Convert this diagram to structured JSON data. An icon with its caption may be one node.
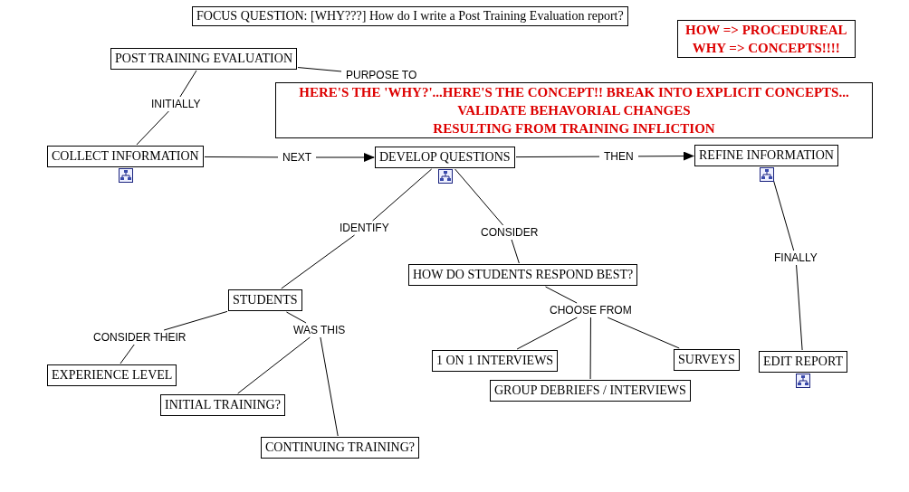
{
  "diagram": {
    "nodes": [
      {
        "text": [
          "FOCUS QUESTION: [WHY???]  How do I write a Post Training Evaluation report?"
        ]
      },
      {
        "text": [
          "HOW => PROCEDUREAL",
          "WHY => CONCEPTS!!!!"
        ]
      },
      {
        "text": [
          "POST TRAINING EVALUATION"
        ]
      },
      {
        "text": [
          "PURPOSE TO"
        ]
      },
      {
        "text": [
          "HERE'S THE 'WHY?'...HERE'S THE CONCEPT!!  BREAK INTO EXPLICIT CONCEPTS...",
          "VALIDATE BEHAVORIAL CHANGES",
          "RESULTING FROM TRAINING INFLICTION"
        ]
      },
      {
        "text": [
          "INITIALLY"
        ]
      },
      {
        "text": [
          "COLLECT INFORMATION"
        ]
      },
      {
        "text": [
          "NEXT"
        ]
      },
      {
        "text": [
          "DEVELOP QUESTIONS"
        ]
      },
      {
        "text": [
          "THEN"
        ]
      },
      {
        "text": [
          "REFINE INFORMATION"
        ]
      },
      {
        "text": [
          "IDENTIFY"
        ]
      },
      {
        "text": [
          "CONSIDER"
        ]
      },
      {
        "text": [
          "FINALLY"
        ]
      },
      {
        "text": [
          "STUDENTS"
        ]
      },
      {
        "text": [
          "HOW DO STUDENTS RESPOND BEST?"
        ]
      },
      {
        "text": [
          "CONSIDER THEIR"
        ]
      },
      {
        "text": [
          "WAS THIS"
        ]
      },
      {
        "text": [
          "CHOOSE FROM"
        ]
      },
      {
        "text": [
          "EXPERIENCE LEVEL"
        ]
      },
      {
        "text": [
          "INITIAL TRAINING?"
        ]
      },
      {
        "text": [
          "CONTINUING TRAINING?"
        ]
      },
      {
        "text": [
          "1 ON 1 INTERVIEWS"
        ]
      },
      {
        "text": [
          "SURVEYS"
        ]
      },
      {
        "text": [
          "GROUP DEBRIEFS / INTERVIEWS"
        ]
      },
      {
        "text": [
          "EDIT REPORT"
        ]
      }
    ],
    "edges": [
      {
        "from": 2,
        "to": 5,
        "arrow": "none"
      },
      {
        "from": 5,
        "to": 6,
        "arrow": "none"
      },
      {
        "from": 2,
        "to": 3,
        "arrow": "none"
      },
      {
        "from": 6,
        "to": 7,
        "arrow": "none"
      },
      {
        "from": 7,
        "to": 8,
        "arrow": "to"
      },
      {
        "from": 8,
        "to": 9,
        "arrow": "none"
      },
      {
        "from": 9,
        "to": 10,
        "arrow": "to"
      },
      {
        "from": 8,
        "to": 11,
        "arrow": "none"
      },
      {
        "from": 11,
        "to": 14,
        "arrow": "none"
      },
      {
        "from": 8,
        "to": 12,
        "arrow": "none"
      },
      {
        "from": 12,
        "to": 15,
        "arrow": "none"
      },
      {
        "from": 10,
        "to": 13,
        "arrow": "none"
      },
      {
        "from": 13,
        "to": 25,
        "arrow": "none"
      },
      {
        "from": 14,
        "to": 16,
        "arrow": "none"
      },
      {
        "from": 16,
        "to": 19,
        "arrow": "none"
      },
      {
        "from": 14,
        "to": 17,
        "arrow": "none"
      },
      {
        "from": 17,
        "to": 20,
        "arrow": "none"
      },
      {
        "from": 17,
        "to": 21,
        "arrow": "none"
      },
      {
        "from": 15,
        "to": 18,
        "arrow": "none"
      },
      {
        "from": 18,
        "to": 22,
        "arrow": "none"
      },
      {
        "from": 18,
        "to": 24,
        "arrow": "none"
      },
      {
        "from": 18,
        "to": 23,
        "arrow": "none"
      }
    ]
  }
}
